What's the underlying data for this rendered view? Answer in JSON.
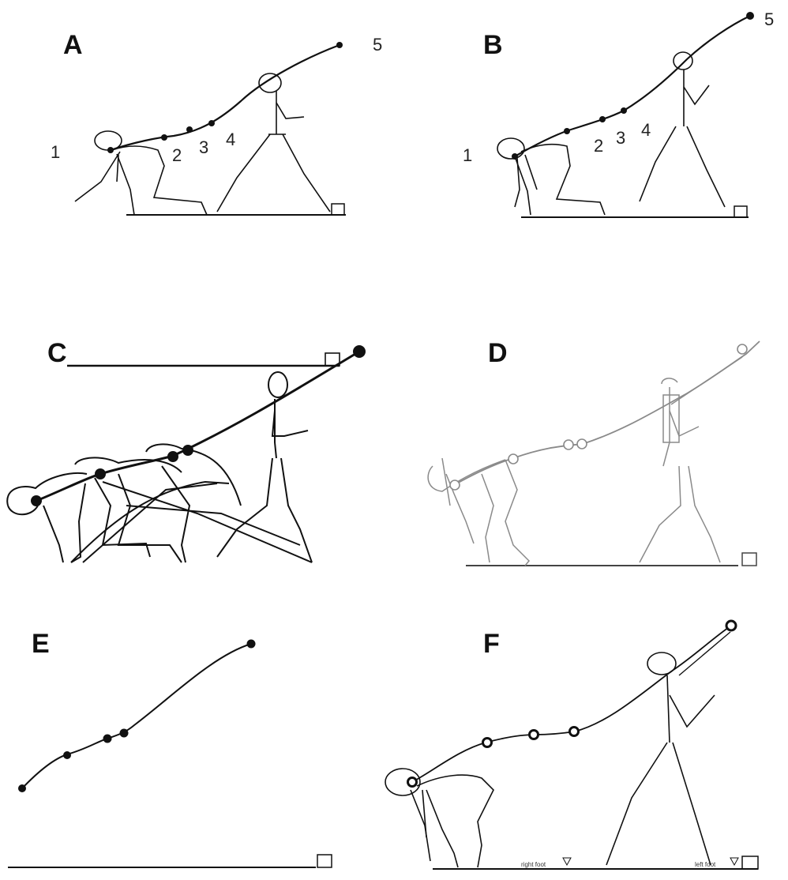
{
  "panels": [
    {
      "id": "A",
      "label": "A",
      "point_labels": [
        "1",
        "2",
        "3",
        "4",
        "5"
      ]
    },
    {
      "id": "B",
      "label": "B",
      "point_labels": [
        "1",
        "2",
        "3",
        "4",
        "5"
      ]
    },
    {
      "id": "C",
      "label": "C"
    },
    {
      "id": "D",
      "label": "D"
    },
    {
      "id": "E",
      "label": "E"
    },
    {
      "id": "F",
      "label": "F",
      "foot_labels": [
        "right foot",
        "left foot"
      ]
    }
  ],
  "colors": {
    "ink": "#111111",
    "faint_ink": "#8a8a8a",
    "background": "#ffffff"
  }
}
